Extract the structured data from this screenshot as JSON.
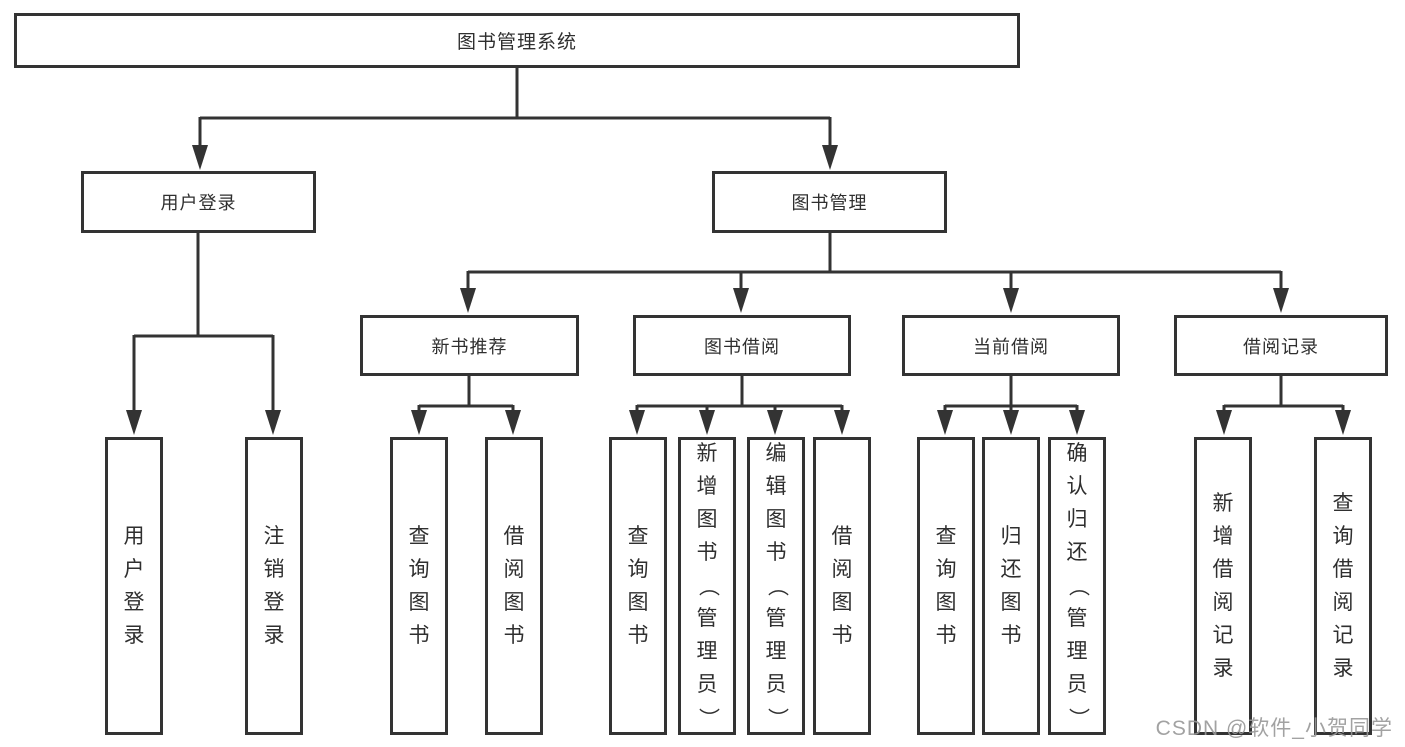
{
  "tree": {
    "root": "图书管理系统",
    "branches": [
      {
        "label": "用户登录",
        "leaves": [
          "用户登录",
          "注销登录"
        ]
      },
      {
        "label": "图书管理",
        "children": [
          {
            "label": "新书推荐",
            "leaves": [
              "查询图书",
              "借阅图书"
            ]
          },
          {
            "label": "图书借阅",
            "leaves": [
              "查询图书",
              "新增图书（管理员）",
              "编辑图书（管理员）",
              "借阅图书"
            ]
          },
          {
            "label": "当前借阅",
            "leaves": [
              "查询图书",
              "归还图书",
              "确认归还（管理员）"
            ]
          },
          {
            "label": "借阅记录",
            "leaves": [
              "新增借阅记录",
              "查询借阅记录"
            ]
          }
        ]
      }
    ]
  },
  "watermark": "CSDN @软件_小贺同学",
  "colors": {
    "line": "#333333",
    "text": "#2f2f2f",
    "box_background": "#ffffff",
    "watermark": "#989898"
  }
}
